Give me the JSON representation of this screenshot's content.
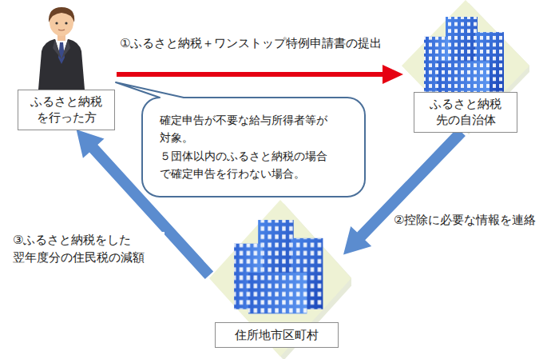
{
  "diagram": {
    "nodes": [
      {
        "text": [
          "ふるさと納税 を行った方"
        ]
      },
      {
        "text": [
          "ふるさと納税 先の自治体"
        ]
      },
      {
        "text": [
          "住所地市区町村"
        ]
      },
      {
        "text": [
          "確定申告が不要な給与所得者等が 対象。 ５団体以内のふるさと納税の場合 で確定申告を行わない場合。"
        ]
      }
    ],
    "edges": [
      {
        "from": 0,
        "to": 1,
        "arrow": "to",
        "label": "①ふるさと納税＋ワンストップ特例申請書の提出"
      },
      {
        "from": 1,
        "to": 2,
        "arrow": "to",
        "label": "②控除に必要な情報を連絡"
      },
      {
        "from": 2,
        "to": 0,
        "arrow": "to",
        "label": "③ふるさと納税をした 翌年度分の住民税の減額"
      }
    ]
  }
}
